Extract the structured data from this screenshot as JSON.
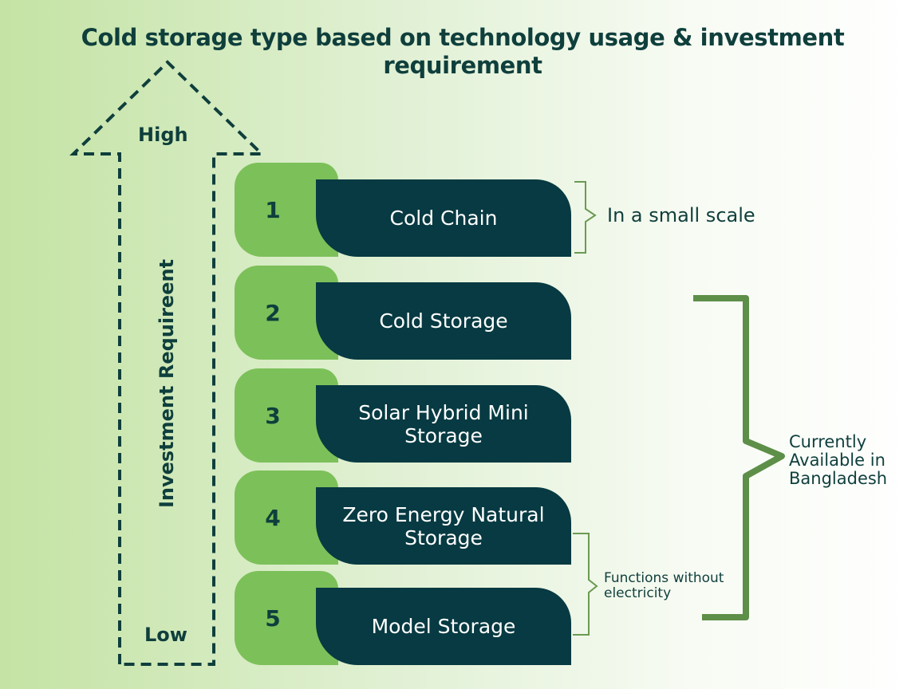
{
  "title": "Cold storage type based on technology usage & investment requirement",
  "arrow": {
    "high_label": "High",
    "low_label": "Low",
    "axis_label": "Investment Requireent"
  },
  "items": [
    {
      "number": "1",
      "label": "Cold Chain"
    },
    {
      "number": "2",
      "label": "Cold Storage"
    },
    {
      "number": "3",
      "label": "Solar Hybrid Mini Storage"
    },
    {
      "number": "4",
      "label": "Zero Energy Natural Storage"
    },
    {
      "number": "5",
      "label": "Model Storage"
    }
  ],
  "annotations": {
    "small_scale": "In a small scale",
    "available": "Currently Available in Bangladesh",
    "no_electricity": "Functions without electricity"
  },
  "colors": {
    "dark_teal": "#073a42",
    "tab_green": "#7cc05a",
    "bracket_green": "#5d8f48",
    "text_dark": "#0f3f3c"
  }
}
